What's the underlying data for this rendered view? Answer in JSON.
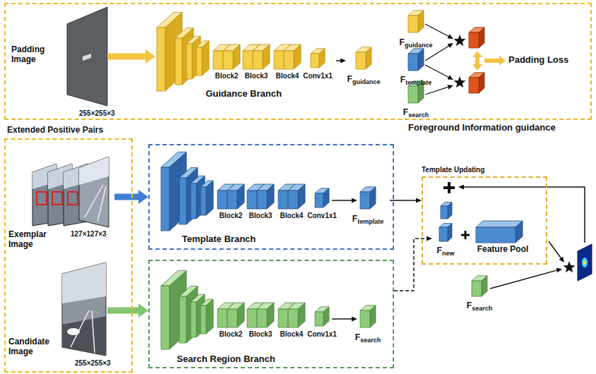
{
  "diagram": {
    "nodes": [
      {
        "text": [
          "Foreground Information guidance"
        ]
      },
      {
        "text": [
          "Padding Image",
          "255×255×3"
        ],
        "in": 0
      },
      {
        "text": [
          "Block2",
          "Block3",
          "Block4",
          "Conv1x1",
          "Guidance Branch"
        ],
        "in": 0
      },
      {
        "text": [
          "F",
          "guidance"
        ],
        "in": 0
      },
      {
        "text": [
          "F",
          "guidance"
        ],
        "in": 0
      },
      {
        "text": [
          "F",
          "template"
        ],
        "in": 0
      },
      {
        "text": [
          "F",
          "search"
        ],
        "in": 0
      },
      {
        "text": [
          "Extended Positive Pairs"
        ]
      },
      {
        "text": [
          "Exemplar Image",
          "127×127×3"
        ],
        "in": 7
      },
      {
        "text": [
          "Candidate Image",
          "255×255×3"
        ],
        "in": 7
      },
      {
        "text": [
          "Template Branch",
          "Block2",
          "Block3",
          "Block4",
          "Conv1x1"
        ]
      },
      {
        "text": [
          "F",
          "template"
        ],
        "in": 10
      },
      {
        "text": [
          "Search Region Branch",
          "Block2",
          "Block3",
          "Block4",
          "Conv1x1"
        ]
      },
      {
        "text": [
          "F",
          "search"
        ],
        "in": 12
      },
      {
        "text": [
          "Template Updating"
        ]
      },
      {
        "text": [
          "F",
          "new"
        ],
        "in": 14
      },
      {
        "text": [
          "Feature Pool"
        ],
        "in": 14
      },
      {
        "text": [
          "F",
          "search"
        ]
      }
    ],
    "edges": [
      {
        "from": 1,
        "to": 2,
        "arrow": "to"
      },
      {
        "from": 2,
        "to": 3,
        "arrow": "to"
      },
      {
        "from": 8,
        "to": 10,
        "arrow": "to"
      },
      {
        "from": 9,
        "to": 12,
        "arrow": "to"
      },
      {
        "from": 11,
        "to": 14,
        "arrow": "to"
      },
      {
        "from": 12,
        "to": 15,
        "arrow": "to"
      }
    ],
    "labels": [
      "Padding Loss"
    ]
  }
}
